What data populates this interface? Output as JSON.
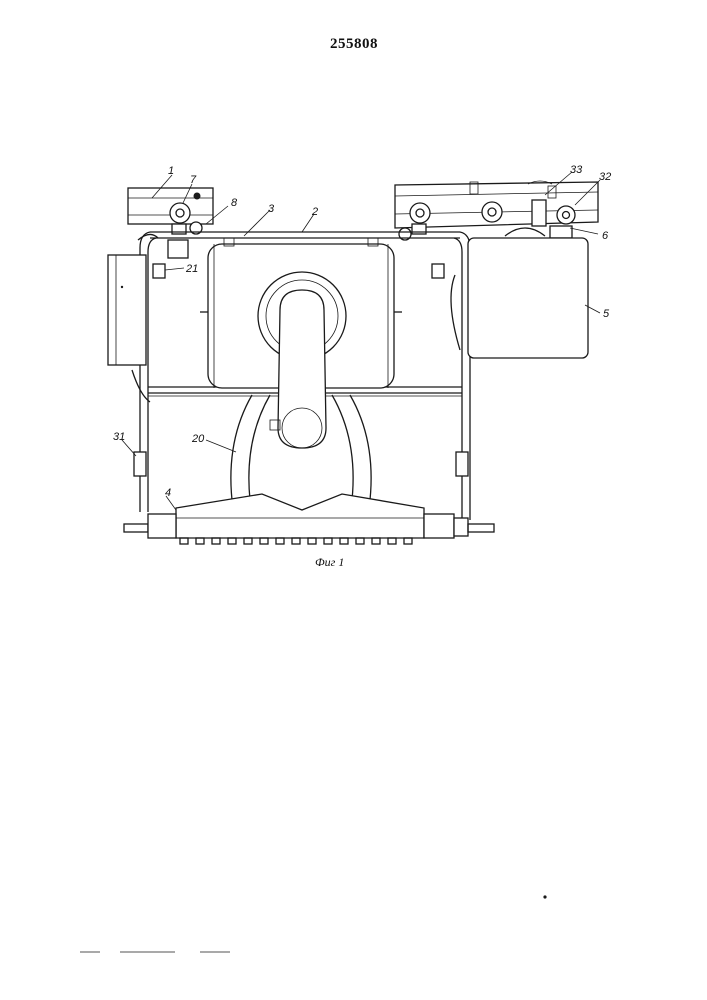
{
  "document": {
    "patent_number": "255808",
    "figure_caption": "Фиг 1"
  },
  "labels": {
    "l1": "1",
    "l7": "7",
    "l8": "8",
    "l3": "3",
    "l2": "2",
    "l33": "33",
    "l32": "32",
    "l6": "6",
    "l21": "21",
    "l5": "5",
    "l31": "31",
    "l20": "20",
    "l4": "4"
  }
}
